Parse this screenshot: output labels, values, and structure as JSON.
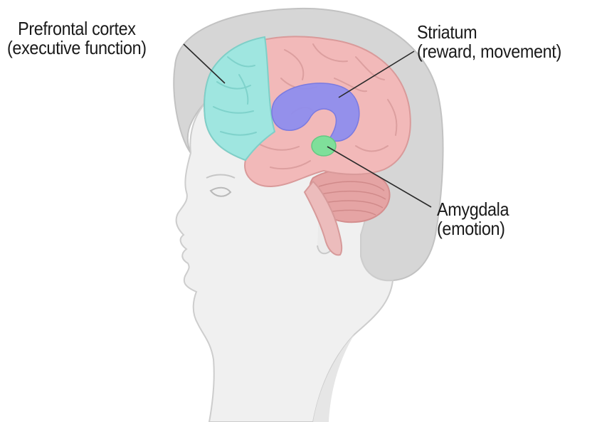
{
  "labels": {
    "prefrontal": {
      "name": "Prefrontal cortex",
      "function": "(executive function)"
    },
    "striatum": {
      "name": "Striatum",
      "function": "(reward, movement)"
    },
    "amygdala": {
      "name": "Amygdala",
      "function": "(emotion)"
    }
  },
  "colors": {
    "prefrontal_cortex": "#9fe6e0",
    "striatum": "#8c8cef",
    "amygdala": "#7fdf9a",
    "brain": "#f2b8b8",
    "cerebellum": "#e8a9a9",
    "head_skin": "#f2f2f2",
    "head_outline": "#cfcfcf",
    "hair": "#d8d8d8",
    "leader_line": "#2a2a2a"
  }
}
